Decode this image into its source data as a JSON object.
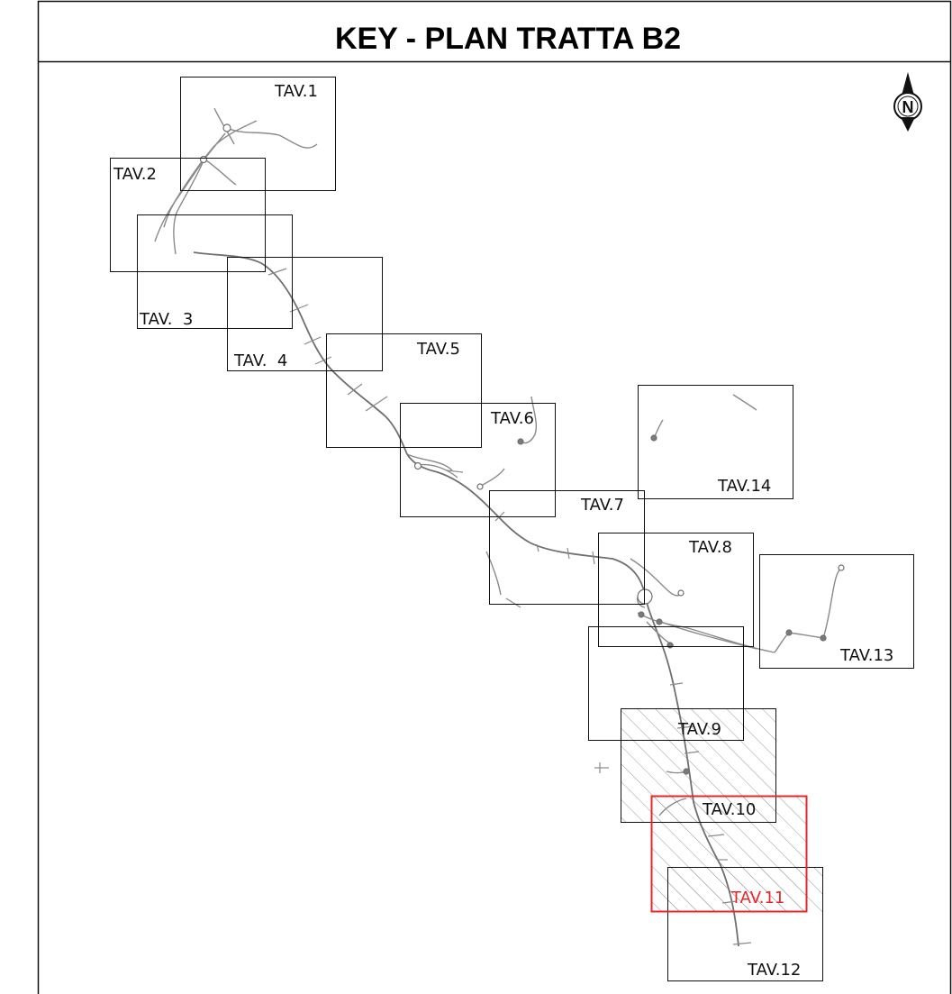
{
  "title": "KEY - PLAN TRATTA B2",
  "north_arrow": {
    "icon": "north-arrow-icon",
    "letter": "N"
  },
  "colors": {
    "frame": "#111111",
    "route": "#8a8a8a",
    "highlight": "#e8262a",
    "hatch": "#9a9a9a"
  },
  "sheets": [
    {
      "id": "tav-1",
      "label": "TAV.1"
    },
    {
      "id": "tav-2",
      "label": "TAV.2"
    },
    {
      "id": "tav-3",
      "label": "TAV.  3"
    },
    {
      "id": "tav-4",
      "label": "TAV.  4"
    },
    {
      "id": "tav-5",
      "label": "TAV.5"
    },
    {
      "id": "tav-6",
      "label": "TAV.6"
    },
    {
      "id": "tav-7",
      "label": "TAV.7"
    },
    {
      "id": "tav-8",
      "label": "TAV.8"
    },
    {
      "id": "tav-9",
      "label": "TAV.9"
    },
    {
      "id": "tav-10",
      "label": "TAV.10"
    },
    {
      "id": "tav-11",
      "label": "TAV.11"
    },
    {
      "id": "tav-12",
      "label": "TAV.12"
    },
    {
      "id": "tav-13",
      "label": "TAV.13"
    },
    {
      "id": "tav-14",
      "label": "TAV.14"
    }
  ],
  "highlighted_sheet": "TAV.11"
}
